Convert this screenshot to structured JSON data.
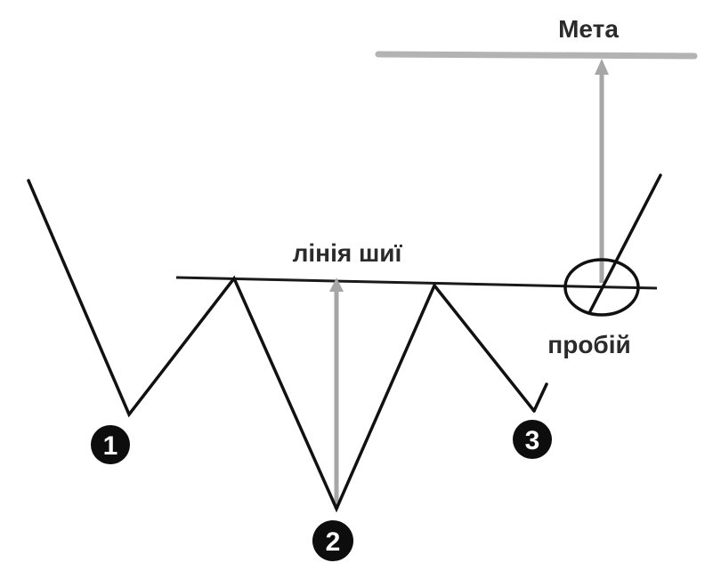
{
  "labels": {
    "target": "Мета",
    "neckline": "лінія шиї",
    "breakout": "пробій"
  },
  "markers": [
    "1",
    "2",
    "3"
  ],
  "colors": {
    "price_line": "#111111",
    "neckline": "#1a1a1a",
    "target_line": "#b3b3b3",
    "arrow": "#a6a6a6",
    "marker_fill": "#0d0d0d",
    "marker_text": "#ffffff",
    "label_text": "#2b2b2b"
  }
}
